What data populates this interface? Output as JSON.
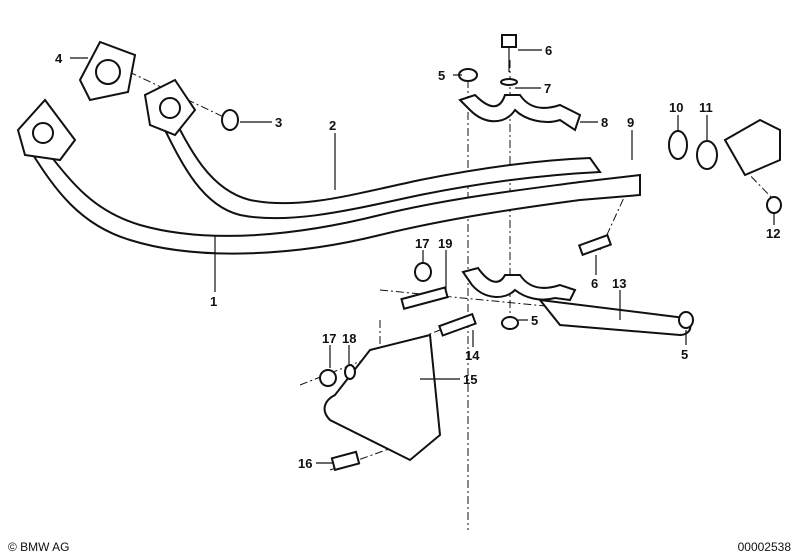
{
  "diagram": {
    "callouts": [
      "1",
      "2",
      "3",
      "4",
      "5",
      "6",
      "7",
      "8",
      "9",
      "10",
      "11",
      "12",
      "13",
      "14",
      "15",
      "16",
      "17",
      "18",
      "19"
    ],
    "callouts_extra": {
      "five_b": "5",
      "five_c": "5",
      "six_b": "6",
      "seventeen_b": "17"
    }
  },
  "footer": {
    "copyright": "© BMW AG",
    "diagram_id": "00002538"
  }
}
